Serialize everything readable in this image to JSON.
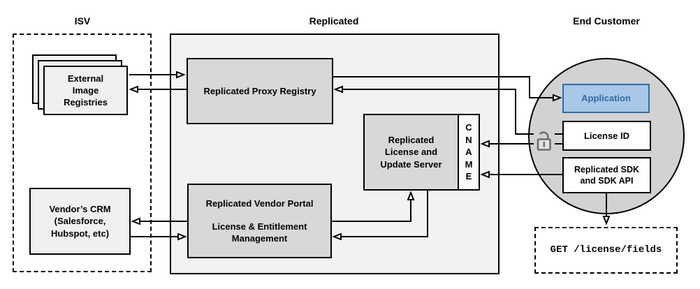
{
  "colors": {
    "accent_fill": "#a9c7e7",
    "accent_border": "#2e6da4",
    "accent_text": "#2e6da4",
    "container_fill": "#f2f2f2",
    "node_fill": "#d8d8d8",
    "light_node_fill": "#f0f0f0",
    "circle_fill": "#d2d2d2",
    "line_color": "#000000"
  },
  "headers": {
    "isv": "ISV",
    "replicated": "Replicated",
    "end_customer": "End Customer"
  },
  "isv": {
    "external_registries": "External\nImage\nRegistries",
    "vendor_crm": "Vendor’s CRM\n(Salesforce,\nHubspot, etc)"
  },
  "replicated": {
    "proxy_registry": "Replicated Proxy Registry",
    "license_update_server": "Replicated\nLicense and\nUpdate Server",
    "cname": "CNAME",
    "vendor_portal_title": "Replicated Vendor Portal",
    "vendor_portal_subtitle": "License & Entitlement\nManagement"
  },
  "end_customer": {
    "application": "Application",
    "license_id": "License ID",
    "sdk": "Replicated SDK\nand SDK API",
    "api_request": "GET /license/fields"
  }
}
